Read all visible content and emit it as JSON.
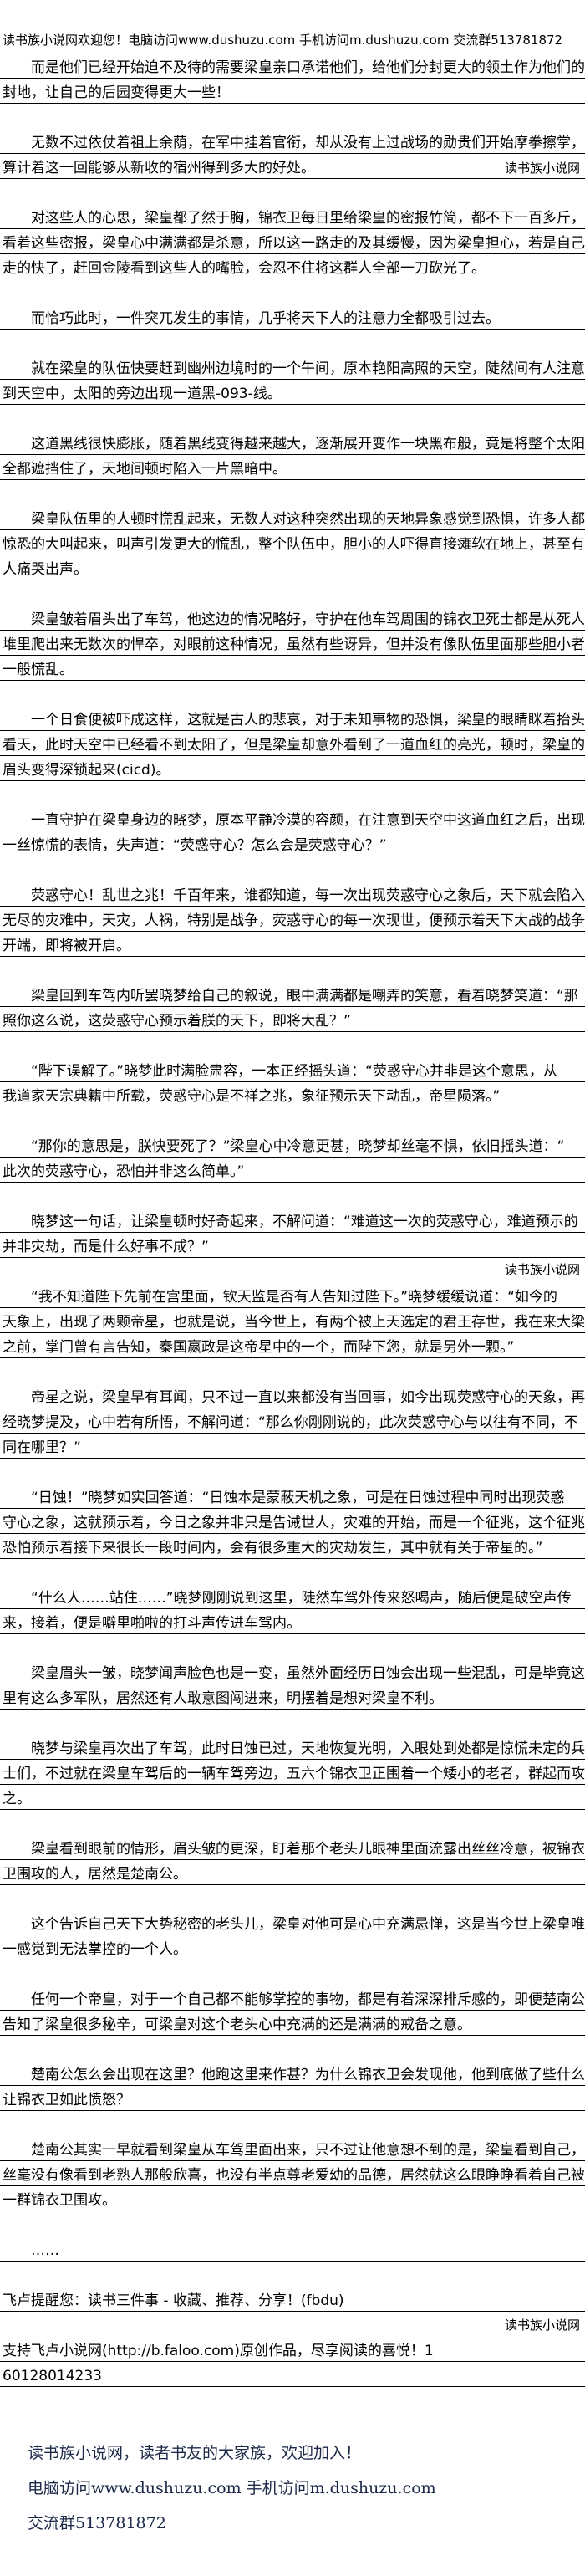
{
  "header": {
    "text": "读书族小说网欢迎您！电脑访问www.dushuzu.com 手机访问m.dushuzu.com 交流群513781872"
  },
  "watermark": "读书族小说网",
  "paragraphs": [
    [
      "　　而是他们已经开始迫不及待的需要梁皇亲口承诺他们，给他们分封更大的领土作为他们的",
      "封地，让自己的后园变得更大一些！"
    ],
    [
      "　　无数不过依仗着祖上余荫，在军中挂着官衔，却从没有上过战场的勋贵们开始摩拳擦掌，",
      "算计着这一回能够从新收的宿州得到多大的好处。"
    ],
    [
      "　　对这些人的心思，梁皇都了然于胸，锦衣卫每日里给梁皇的密报竹简，都不下一百多斤，",
      "看着这些密报，梁皇心中满满都是杀意，所以这一路走的及其缓慢，因为梁皇担心，若是自己",
      "走的快了，赶回金陵看到这些人的嘴脸，会忍不住将这群人全部一刀砍光了。"
    ],
    [
      "　　而恰巧此时，一件突兀发生的事情，几乎将天下人的注意力全都吸引过去。"
    ],
    [
      "　　就在梁皇的队伍快要赶到幽州边境时的一个午间，原本艳阳高照的天空，陡然间有人注意",
      "到天空中，太阳的旁边出现一道黑-093-线。"
    ],
    [
      "　　这道黑线很快膨胀，随着黑线变得越来越大，逐渐展开变作一块黑布般，竟是将整个太阳",
      "全都遮挡住了，天地间顿时陷入一片黑暗中。"
    ],
    [
      "　　梁皇队伍里的人顿时慌乱起来，无数人对这种突然出现的天地异象感觉到恐惧，许多人都",
      "惊恐的大叫起来，叫声引发更大的慌乱，整个队伍中，胆小的人吓得直接瘫软在地上，甚至有",
      "人痛哭出声。"
    ],
    [
      "　　梁皇皱着眉头出了车驾，他这边的情况略好，守护在他车驾周围的锦衣卫死士都是从死人",
      "堆里爬出来无数次的悍卒，对眼前这种情况，虽然有些讶异，但并没有像队伍里面那些胆小者",
      "一般慌乱。"
    ],
    [
      "　　一个日食便被吓成这样，这就是古人的悲哀，对于未知事物的恐惧，梁皇的眼睛眯着抬头",
      "看天，此时天空中已经看不到太阳了，但是梁皇却意外看到了一道血红的亮光，顿时，梁皇的",
      "眉头变得深锁起来(cicd)。"
    ],
    [
      "　　一直守护在梁皇身边的晓梦，原本平静冷漠的容颜，在注意到天空中这道血红之后，出现",
      "一丝惊慌的表情，失声道：“荧惑守心？怎么会是荧惑守心？”"
    ],
    [
      "　　荧惑守心！乱世之兆！千百年来，谁都知道，每一次出现荧惑守心之象后，天下就会陷入",
      "无尽的灾难中，天灾，人祸，特别是战争，荧惑守心的每一次现世，便预示着天下大战的战争",
      "开端，即将被开启。"
    ],
    [
      "　　梁皇回到车驾内听罢晓梦给自己的叙说，眼中满满都是嘲弄的笑意，看着晓梦笑道：“那",
      "照你这么说，这荧惑守心预示着朕的天下，即将大乱？”"
    ],
    [
      "　　“陛下误解了。”晓梦此时满脸肃容，一本正经摇头道：“荧惑守心并非是这个意思，从",
      "我道家天宗典籍中所载，荧惑守心是不祥之兆，象征预示天下动乱，帝星陨落。”"
    ],
    [
      "　　“那你的意思是，朕快要死了？”梁皇心中冷意更甚，晓梦却丝毫不惧，依旧摇头道：“",
      "此次的荧惑守心，恐怕并非这么简单。”"
    ],
    [
      "　　晓梦这一句话，让梁皇顿时好奇起来，不解问道：“难道这一次的荧惑守心，难道预示的",
      "并非灾劫，而是什么好事不成？”"
    ],
    [
      "　　“我不知道陛下先前在宫里面，钦天监是否有人告知过陛下。”晓梦缓缓说道：“如今的",
      "天象上，出现了两颗帝星，也就是说，当今世上，有两个被上天选定的君王存世，我在来大梁",
      "之前，掌门曾有言告知，秦国嬴政是这帝星中的一个，而陛下您，就是另外一颗。”"
    ],
    [
      "　　帝星之说，梁皇早有耳闻，只不过一直以来都没有当回事，如今出现荧惑守心的天象，再",
      "经晓梦提及，心中若有所悟，不解问道：“那么你刚刚说的，此次荧惑守心与以往有不同，不",
      "同在哪里？”"
    ],
    [
      "　　“日蚀！”晓梦如实回答道：“日蚀本是蒙蔽天机之象，可是在日蚀过程中同时出现荧惑",
      "守心之象，这就预示着，今日之象并非只是告诫世人，灾难的开始，而是一个征兆，这个征兆",
      "恐怕预示着接下来很长一段时间内，会有很多重大的灾劫发生，其中就有关于帝星的。”"
    ],
    [
      "　　“什么人……站住……”晓梦刚刚说到这里，陡然车驾外传来怒喝声，随后便是破空声传",
      "来，接着，便是噼里啪啦的打斗声传进车驾内。"
    ],
    [
      "　　梁皇眉头一皱，晓梦闻声脸色也是一变，虽然外面经历日蚀会出现一些混乱，可是毕竟这",
      "里有这么多军队，居然还有人敢意图闯进来，明摆着是想对梁皇不利。"
    ],
    [
      "　　晓梦与梁皇再次出了车驾，此时日蚀已过，天地恢复光明，入眼处到处都是惊慌未定的兵",
      "士们，不过就在梁皇车驾后的一辆车驾旁边，五六个锦衣卫正围着一个矮小的老者，群起而攻",
      "之。"
    ],
    [
      "　　梁皇看到眼前的情形，眉头皱的更深，盯着那个老头儿眼神里面流露出丝丝冷意，被锦衣",
      "卫围攻的人，居然是楚南公。"
    ],
    [
      "　　这个告诉自己天下大势秘密的老头儿，梁皇对他可是心中充满忌惮，这是当今世上梁皇唯",
      "一感觉到无法掌控的一个人。"
    ],
    [
      "　　任何一个帝皇，对于一个自己都不能够掌控的事物，都是有着深深排斥感的，即便楚南公",
      "告知了梁皇很多秘辛，可梁皇对这个老头心中充满的还是满满的戒备之意。"
    ],
    [
      "　　楚南公怎么会出现在这里？他跑这里来作甚？为什么锦衣卫会发现他，他到底做了些什么",
      "让锦衣卫如此愤怒？"
    ],
    [
      "　　楚南公其实一早就看到梁皇从车驾里面出来，只不过让他意想不到的是，梁皇看到自己，",
      "丝毫没有像看到老熟人那般欣喜，也没有半点尊老爱幼的品德，居然就这么眼睁睁看着自己被",
      "一群锦衣卫围攻。"
    ],
    [
      "　　……"
    ],
    [
      "飞卢提醒您：读书三件事 - 收藏、推荐、分享！(fbdu)"
    ],
    [
      "支持飞卢小说网(http://b.faloo.com)原创作品，尽享阅读的喜悦！1",
      "60128014233"
    ]
  ],
  "footer": {
    "line1": "读书族小说网，读者书友的大家族，欢迎加入！",
    "line2": "电脑访问www.dushuzu.com 手机访问m.dushuzu.com",
    "line3": "交流群513781872"
  }
}
